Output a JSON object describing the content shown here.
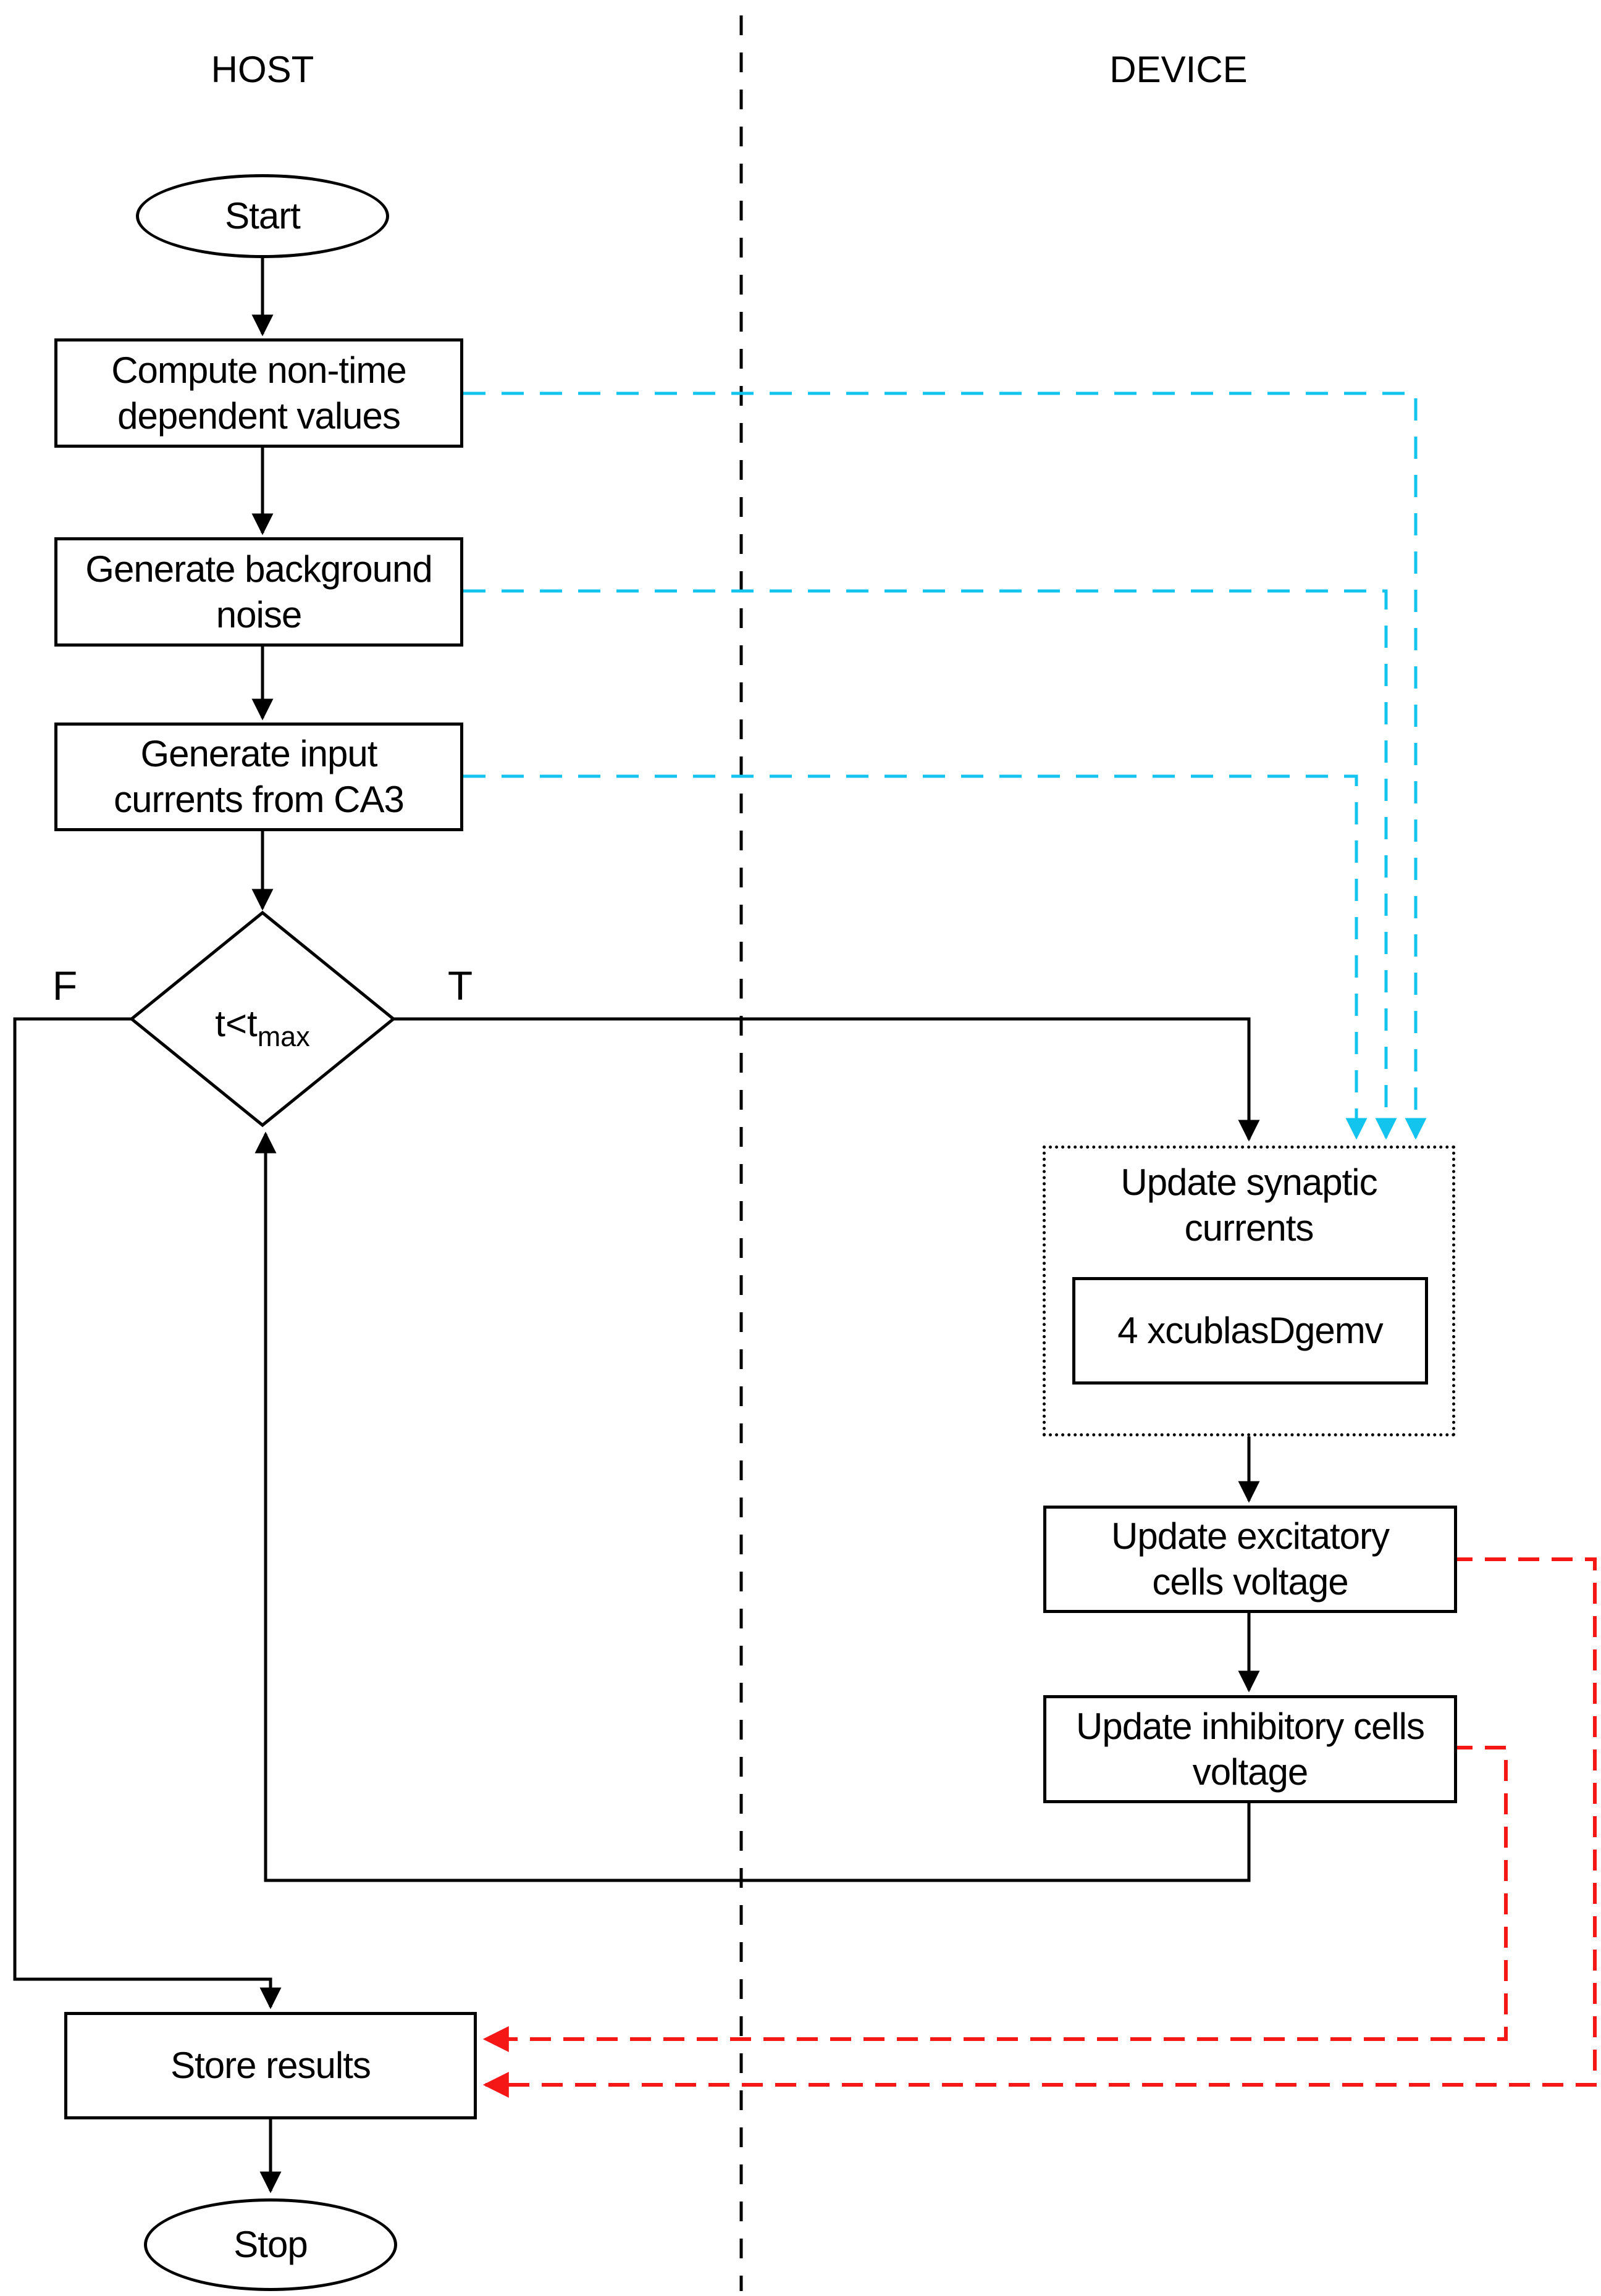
{
  "diagram": {
    "lanes": {
      "host": "HOST",
      "device": "DEVICE"
    },
    "colors": {
      "flow_line": "#000000",
      "host_to_device_copy": "#12c4ee",
      "device_to_host_copy": "#f51616"
    },
    "nodes": {
      "start": {
        "label": "Start"
      },
      "compute_values": {
        "line1": "Compute non-time",
        "line2": "dependent values"
      },
      "background_noise": {
        "line1": "Generate background",
        "line2": "noise"
      },
      "input_currents": {
        "line1": "Generate input",
        "line2": "currents from CA3"
      },
      "time_check": {
        "expr": "t<t",
        "sub": "max",
        "branch_false": "F",
        "branch_true": "T"
      },
      "update_synaptic": {
        "line1": "Update synaptic",
        "line2": "currents"
      },
      "kernel_call": {
        "label": "4 xcublasDgemv"
      },
      "update_excitatory": {
        "line1": "Update excitatory",
        "line2": "cells voltage"
      },
      "update_inhibitory": {
        "line1": "Update inhibitory cells",
        "line2": "voltage"
      },
      "store_results": {
        "label": "Store results"
      },
      "stop": {
        "label": "Stop"
      }
    }
  }
}
